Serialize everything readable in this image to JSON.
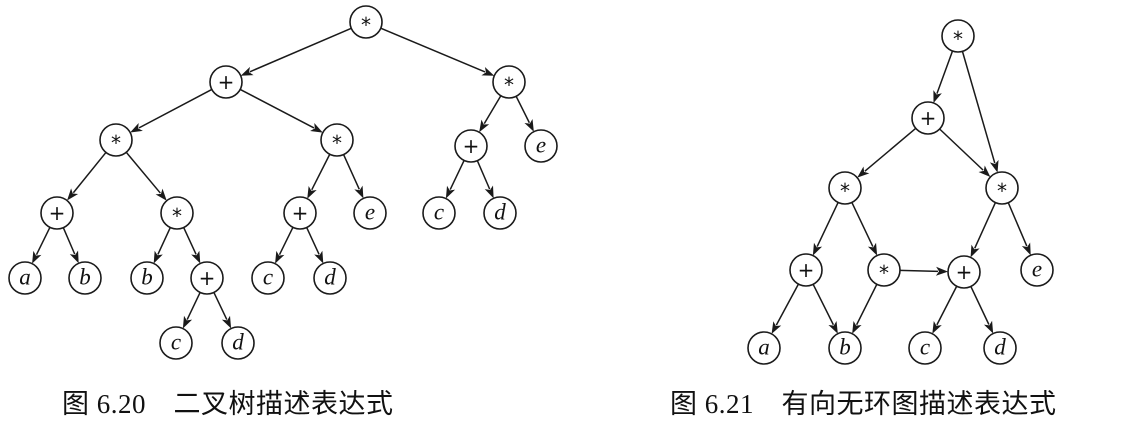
{
  "figures": [
    {
      "caption": "图 6.20　二叉树描述表达式",
      "nodes": [
        {
          "id": "n1",
          "label": "*"
        },
        {
          "id": "n2",
          "label": "+"
        },
        {
          "id": "n3",
          "label": "*"
        },
        {
          "id": "n4",
          "label": "*"
        },
        {
          "id": "n5",
          "label": "*"
        },
        {
          "id": "n6",
          "label": "+"
        },
        {
          "id": "n7",
          "label": "e"
        },
        {
          "id": "n8",
          "label": "+"
        },
        {
          "id": "n9",
          "label": "*"
        },
        {
          "id": "n10",
          "label": "+"
        },
        {
          "id": "n11",
          "label": "e"
        },
        {
          "id": "n12",
          "label": "c"
        },
        {
          "id": "n13",
          "label": "d"
        },
        {
          "id": "n14",
          "label": "a"
        },
        {
          "id": "n15",
          "label": "b"
        },
        {
          "id": "n16",
          "label": "b"
        },
        {
          "id": "n17",
          "label": "+"
        },
        {
          "id": "n18",
          "label": "c"
        },
        {
          "id": "n19",
          "label": "d"
        },
        {
          "id": "n20",
          "label": "c"
        },
        {
          "id": "n21",
          "label": "d"
        }
      ],
      "edges": [
        [
          "n1",
          "n2"
        ],
        [
          "n1",
          "n3"
        ],
        [
          "n2",
          "n4"
        ],
        [
          "n2",
          "n5"
        ],
        [
          "n3",
          "n6"
        ],
        [
          "n3",
          "n7"
        ],
        [
          "n4",
          "n8"
        ],
        [
          "n4",
          "n9"
        ],
        [
          "n5",
          "n10"
        ],
        [
          "n5",
          "n11"
        ],
        [
          "n6",
          "n12"
        ],
        [
          "n6",
          "n13"
        ],
        [
          "n8",
          "n14"
        ],
        [
          "n8",
          "n15"
        ],
        [
          "n9",
          "n16"
        ],
        [
          "n9",
          "n17"
        ],
        [
          "n10",
          "n18"
        ],
        [
          "n10",
          "n19"
        ],
        [
          "n17",
          "n20"
        ],
        [
          "n17",
          "n21"
        ]
      ]
    },
    {
      "caption": "图 6.21　有向无环图描述表达式",
      "nodes": [
        {
          "id": "m1",
          "label": "*"
        },
        {
          "id": "m2",
          "label": "+"
        },
        {
          "id": "m3",
          "label": "*"
        },
        {
          "id": "m4",
          "label": "*"
        },
        {
          "id": "m5",
          "label": "+"
        },
        {
          "id": "m6",
          "label": "*"
        },
        {
          "id": "m7",
          "label": "+"
        },
        {
          "id": "m8",
          "label": "e"
        },
        {
          "id": "m9",
          "label": "a"
        },
        {
          "id": "m10",
          "label": "b"
        },
        {
          "id": "m11",
          "label": "c"
        },
        {
          "id": "m12",
          "label": "d"
        }
      ],
      "edges": [
        [
          "m1",
          "m2"
        ],
        [
          "m1",
          "m4"
        ],
        [
          "m2",
          "m3"
        ],
        [
          "m2",
          "m4"
        ],
        [
          "m3",
          "m5"
        ],
        [
          "m3",
          "m6"
        ],
        [
          "m4",
          "m7"
        ],
        [
          "m4",
          "m8"
        ],
        [
          "m5",
          "m9"
        ],
        [
          "m5",
          "m10"
        ],
        [
          "m6",
          "m10"
        ],
        [
          "m6",
          "m7"
        ],
        [
          "m7",
          "m11"
        ],
        [
          "m7",
          "m12"
        ]
      ]
    }
  ]
}
